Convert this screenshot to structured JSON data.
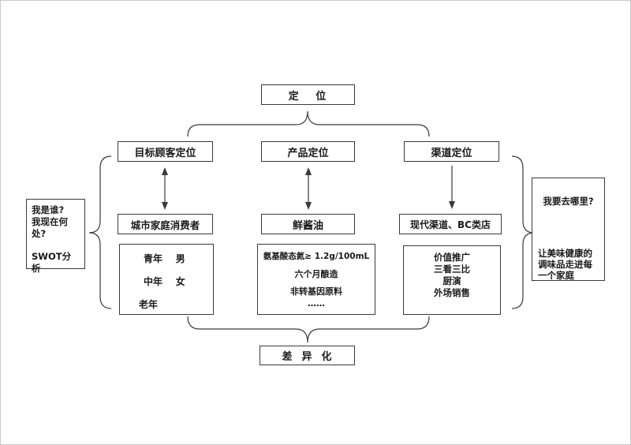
{
  "diagram": {
    "top_label": "定   位",
    "bottom_label": "差  异  化",
    "columns": [
      {
        "header": "目标顾客定位",
        "target": "城市家庭消费者",
        "details": [
          "青年    男",
          "中年    女",
          "老年"
        ]
      },
      {
        "header": "产品定位",
        "target": "鲜酱油",
        "details": [
          "氨基酸态氮≥ 1.2g/100mL",
          "六个月酿造",
          "非转基因原料",
          "……"
        ]
      },
      {
        "header": "渠道定位",
        "target": "现代渠道、BC类店",
        "details": [
          "价值推广",
          "三看三比",
          "厨演",
          "外场销售"
        ]
      }
    ],
    "left_note": {
      "line1": "我是谁?",
      "line2": "我现在何处?",
      "line3": "SWOT分析"
    },
    "right_note": {
      "question": "我要去哪里?",
      "answer": "让美味健康的调味品走进每一个家庭"
    },
    "line_color": "#3a3a3a"
  }
}
